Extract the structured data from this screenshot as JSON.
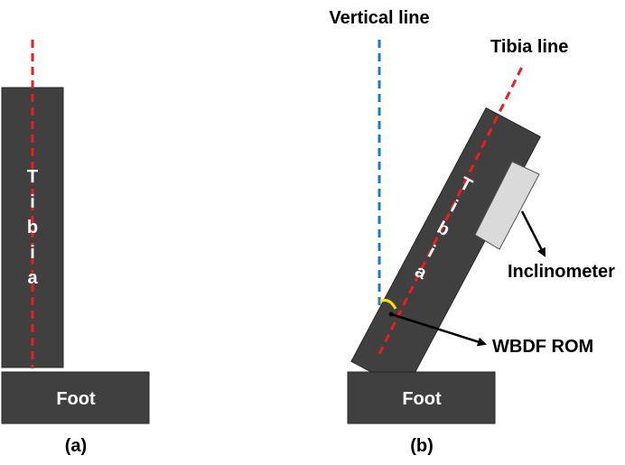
{
  "panel_a": {
    "tibia_letters": [
      "T",
      "i",
      "b",
      "i",
      "a"
    ],
    "foot_label": "Foot",
    "caption": "(a)"
  },
  "panel_b": {
    "vertical_line_label": "Vertical line",
    "tibia_line_label": "Tibia line",
    "tibia_letters": [
      "T",
      "i",
      "b",
      "i",
      "a"
    ],
    "inclinometer_label": "Inclinometer",
    "angle_label": "WBDF ROM",
    "foot_label": "Foot",
    "caption": "(b)"
  },
  "colors": {
    "block": "#404040",
    "tibia_line": "#ee1c1c",
    "vertical_line": "#1e78c8",
    "inclinometer": "#dadada",
    "angle_arc": "#ffe000"
  }
}
